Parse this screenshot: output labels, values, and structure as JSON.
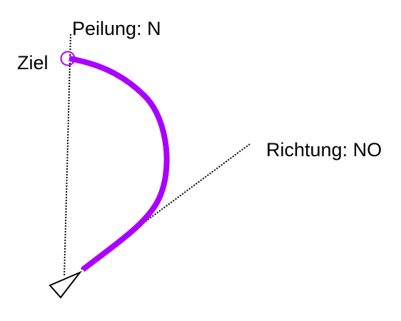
{
  "labels": {
    "bearing": "Peilung: N",
    "heading": "Richtung: NO",
    "target": "Ziel"
  },
  "colors": {
    "path": "#aa00ff",
    "target_marker": "#aa00ff",
    "reference_lines": "#000000",
    "vessel_outline": "#000000",
    "background": "#ffffff"
  },
  "icons": {
    "vessel": "triangle-outline",
    "target": "circle-outline"
  }
}
